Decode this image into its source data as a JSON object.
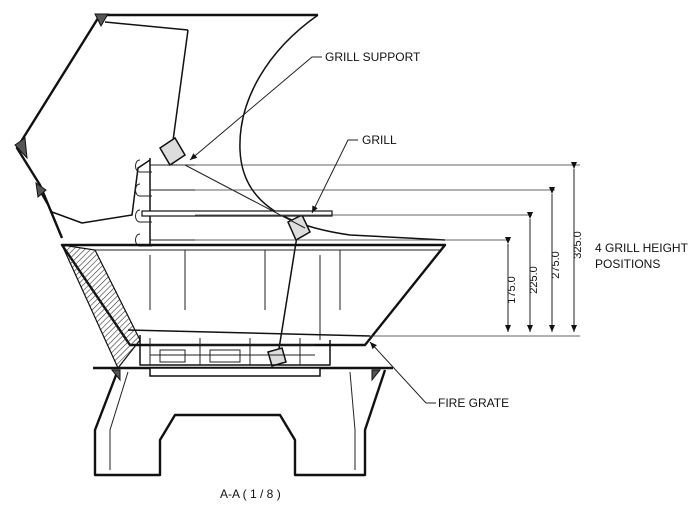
{
  "labels": {
    "grill_support": "GRILL SUPPORT",
    "grill": "GRILL",
    "fire_grate": "FIRE GRATE",
    "height_positions_line1": "4 GRILL HEIGHT",
    "height_positions_line2": "POSITIONS",
    "section": "A-A ( 1 / 8 )"
  },
  "dimensions": [
    "175.0",
    "225.0",
    "275.0",
    "325.0"
  ]
}
